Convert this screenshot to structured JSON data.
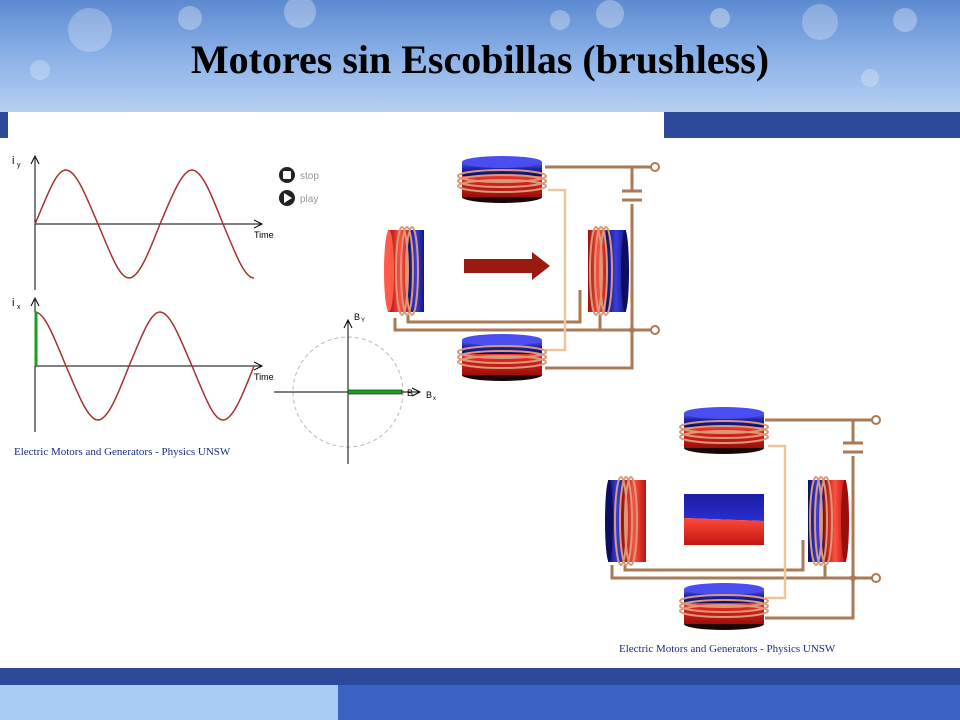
{
  "slide": {
    "title": "Motores sin Escobillas (brushless)"
  },
  "simulation": {
    "graph_top": {
      "y_label_main": "i",
      "y_label_sub": "y",
      "x_label": "Time"
    },
    "graph_bottom": {
      "y_label_main": "i",
      "y_label_sub": "x",
      "x_label": "Time"
    },
    "controls": {
      "stop_label": "stop",
      "play_label": "play"
    },
    "vector_plot": {
      "vertical_main": "B",
      "vertical_sub": "Y",
      "horizontal_main": "B",
      "horizontal_sub": "x",
      "vector_label": "B"
    },
    "credit": "Electric Motors and Generators - Physics UNSW"
  },
  "motor_diagram_2": {
    "credit": "Electric Motors and Generators - Physics UNSW"
  },
  "colors": {
    "header_blue": "#2d4a9a",
    "sine_curve": "#a83030",
    "coil_red": "#e2241e",
    "coil_blue": "#1e22a8",
    "wire_brown": "#a87a55",
    "wire_light": "#e8c89a",
    "arrow": "#9a1a12",
    "current_green": "#1aa020"
  }
}
